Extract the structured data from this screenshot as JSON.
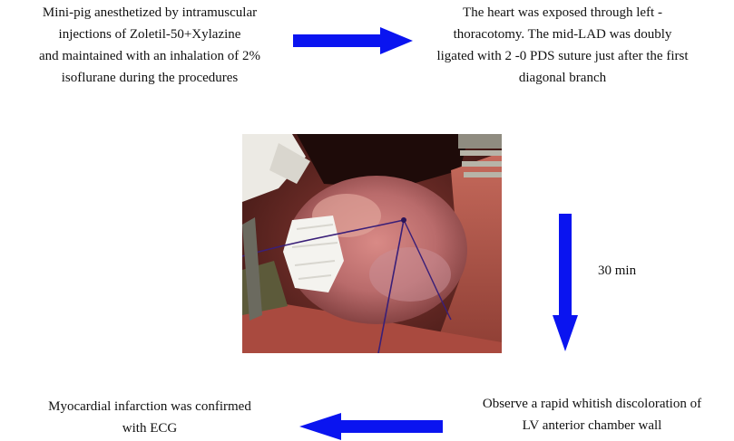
{
  "steps": {
    "anesthesia": {
      "lines": [
        "Mini-pig anesthetized by intramuscular",
        "injections of Zoletil-50+Xylazine",
        "and maintained with an inhalation of 2%",
        "isoflurane during the procedures"
      ]
    },
    "ligation": {
      "lines": [
        "The heart was exposed through left -",
        "thoracotomy. The mid-LAD was doubly",
        "ligated with 2 -0 PDS suture just after the first",
        "diagonal branch"
      ]
    },
    "discoloration": {
      "lines": [
        "Observe a rapid whitish discoloration of",
        "LV anterior chamber wall"
      ]
    },
    "confirmation": {
      "lines": [
        "Myocardial infarction was confirmed",
        "with ECG"
      ]
    }
  },
  "duration_label": "30 min",
  "colors": {
    "arrow": "#0a14f0",
    "text": "#111111",
    "suture": "#3a1f78"
  }
}
